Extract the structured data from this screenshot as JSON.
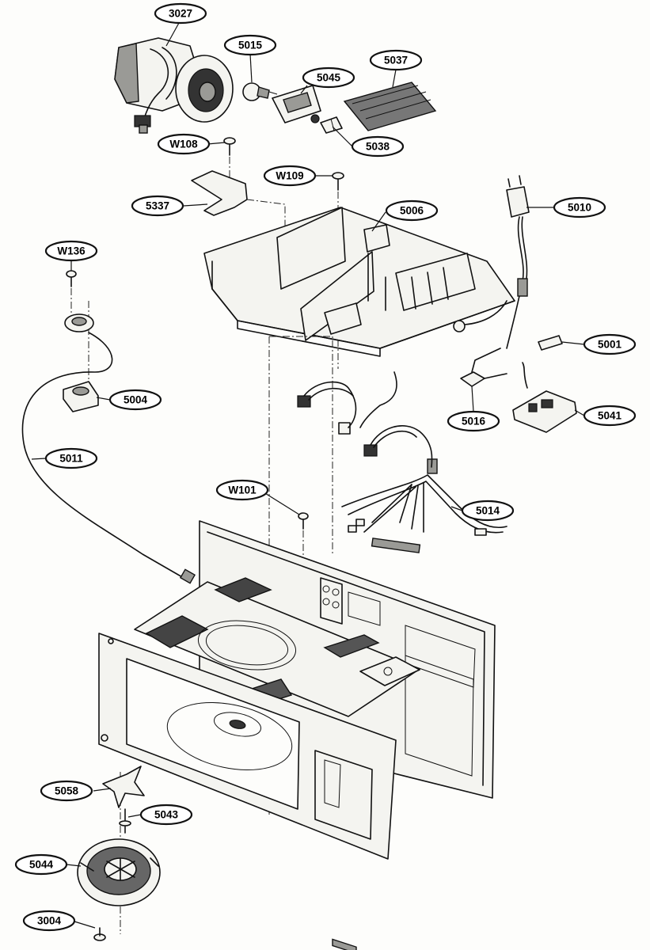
{
  "callouts": [
    {
      "id": "3027",
      "label": "3027"
    },
    {
      "id": "5015",
      "label": "5015"
    },
    {
      "id": "5037",
      "label": "5037"
    },
    {
      "id": "5045",
      "label": "5045"
    },
    {
      "id": "5038",
      "label": "5038"
    },
    {
      "id": "W108",
      "label": "W108"
    },
    {
      "id": "W109",
      "label": "W109"
    },
    {
      "id": "5337",
      "label": "5337"
    },
    {
      "id": "5006",
      "label": "5006"
    },
    {
      "id": "5010",
      "label": "5010"
    },
    {
      "id": "W136",
      "label": "W136"
    },
    {
      "id": "5001",
      "label": "5001"
    },
    {
      "id": "5004",
      "label": "5004"
    },
    {
      "id": "5016",
      "label": "5016"
    },
    {
      "id": "5041",
      "label": "5041"
    },
    {
      "id": "5011",
      "label": "5011"
    },
    {
      "id": "W101",
      "label": "W101"
    },
    {
      "id": "5014",
      "label": "5014"
    },
    {
      "id": "5058",
      "label": "5058"
    },
    {
      "id": "5043",
      "label": "5043"
    },
    {
      "id": "5044",
      "label": "5044"
    },
    {
      "id": "3004",
      "label": "3004"
    }
  ]
}
